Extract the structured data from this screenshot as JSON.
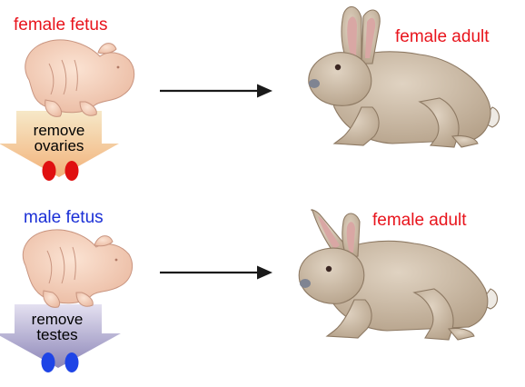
{
  "top_row": {
    "source_label": "female fetus",
    "procedure_line1": "remove",
    "procedure_line2": "ovaries",
    "result_label": "female adult"
  },
  "bottom_row": {
    "source_label": "male fetus",
    "procedure_line1": "remove",
    "procedure_line2": "testes",
    "result_label": "female adult"
  },
  "colors": {
    "female_label": "#e8141c",
    "male_label": "#1a2fd6",
    "ovary": "#e01010",
    "testis": "#1e44e6",
    "fetus_skin": "#f3cfb8",
    "adult_fur": "#c9b8a3",
    "arrow": "#1a1a1a"
  }
}
